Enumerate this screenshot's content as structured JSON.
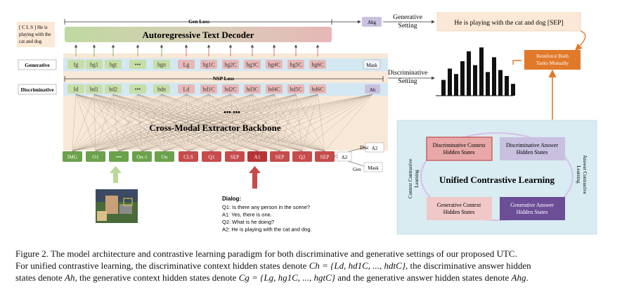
{
  "figure": {
    "gen_loss_label": "Gen Loss",
    "nsp_loss_label": "NSP Loss",
    "decoder_title": "Autoregressive Text Decoder",
    "backbone_title": "Cross-Modal Extractor Backbone",
    "dots": "••• •••",
    "mask_label": "Mask",
    "side_text": "[ C L S ]  He is playing with the cat and dog",
    "row_generative_label": "Generative",
    "row_discriminative_label": "Discriminative",
    "generative_tokens_green": [
      "Ig",
      "hg1",
      "hgt",
      "•••",
      "hgn"
    ],
    "generative_tokens_pink": [
      "Lg",
      "hg1C",
      "hg2C",
      "hg3C",
      "hg4C",
      "hg5C",
      "hg6C"
    ],
    "discriminative_tokens_green": [
      "Id",
      "hd1",
      "hd2",
      "•••",
      "hdn"
    ],
    "discriminative_tokens_pink": [
      "Ld",
      "hd1C",
      "hd2C",
      "hd3C",
      "hd4C",
      "hd5C",
      "hd6C"
    ],
    "ah_label": "Ah",
    "ahg_label": "Ahg",
    "input_tokens": [
      "IMG",
      "O1",
      "•••",
      "On-1",
      "On",
      "CLS",
      "Q1",
      "SEP",
      "A1",
      "SEP",
      "Q2",
      "SEP"
    ],
    "disc_label": "Disc",
    "gen_label": "Gen",
    "a2_label": "A2",
    "dialog_title": "Dialog:",
    "dialog_lines": [
      "Q1: Is there any person in the scene?",
      "A1: Yes, there is one.",
      "Q2: What is he doing?",
      "A2: He is playing with the cat and dog."
    ],
    "generative_setting": "Generative\nSetting",
    "discriminative_setting": "Discriminative\nSetting",
    "generated_answer": "He is playing with the cat and dog [SEP]",
    "reinforce_label": "Reinforce Both Tasks Mutually",
    "bar_heights": [
      0.32,
      0.55,
      0.44,
      0.7,
      0.9,
      0.62,
      0.98,
      0.48,
      0.78,
      0.52,
      0.4,
      0.24
    ],
    "ucl_title": "Unified Contrastive Learning",
    "ucl_boxes": {
      "disc_context": "Discriminative Context Hidden States",
      "disc_answer": "Discriminative Answer Hidden States",
      "gen_context": "Generative Context Hidden States",
      "gen_answer": "Generative Answer Hidden States"
    },
    "context_cl": "Context Contrastive Learning",
    "answer_cl": "Answer Contrastive Learning"
  },
  "caption": {
    "line1": "Figure 2. The model architecture and contrastive learning paradigm for both discriminative and generative settings of our proposed UTC.",
    "line2a": "For unified contrastive learning, the discriminative context hidden states denote ",
    "line2m": "Ch = {Ld, hd1C, ..., hdtC}",
    "line2b": ", the discriminative answer hidden",
    "line3a": "states denote ",
    "line3m1": "Ah",
    "line3b": ", the generative context hidden states denote ",
    "line3m2": "Cg = {Lg, hg1C, ..., hgtC}",
    "line3c": " and the generative answer hidden states denote ",
    "line3m3": "Ahg",
    "line3d": "."
  },
  "colors": {
    "green_token": "#c8dea8",
    "green_dark": "#6aa14a",
    "red_dark": "#c64b4b",
    "pink_token": "#e8b8b8",
    "blue_row": "#d3e8f2",
    "backbone_bg": "#f8e8d8",
    "ucl_bg": "#d8ecf2",
    "orange": "#e07a2a"
  }
}
